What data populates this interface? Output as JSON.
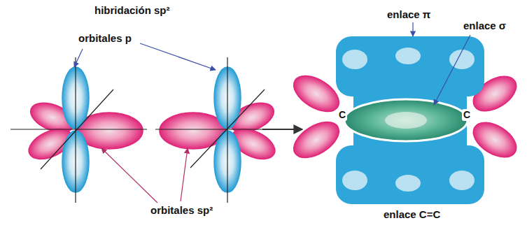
{
  "diagram": {
    "labels": [
      "hibridación sp²",
      "orbitales p",
      "orbitales sp²",
      "enlace π",
      "enlace σ",
      "C",
      "C",
      "enlace C=C"
    ]
  }
}
